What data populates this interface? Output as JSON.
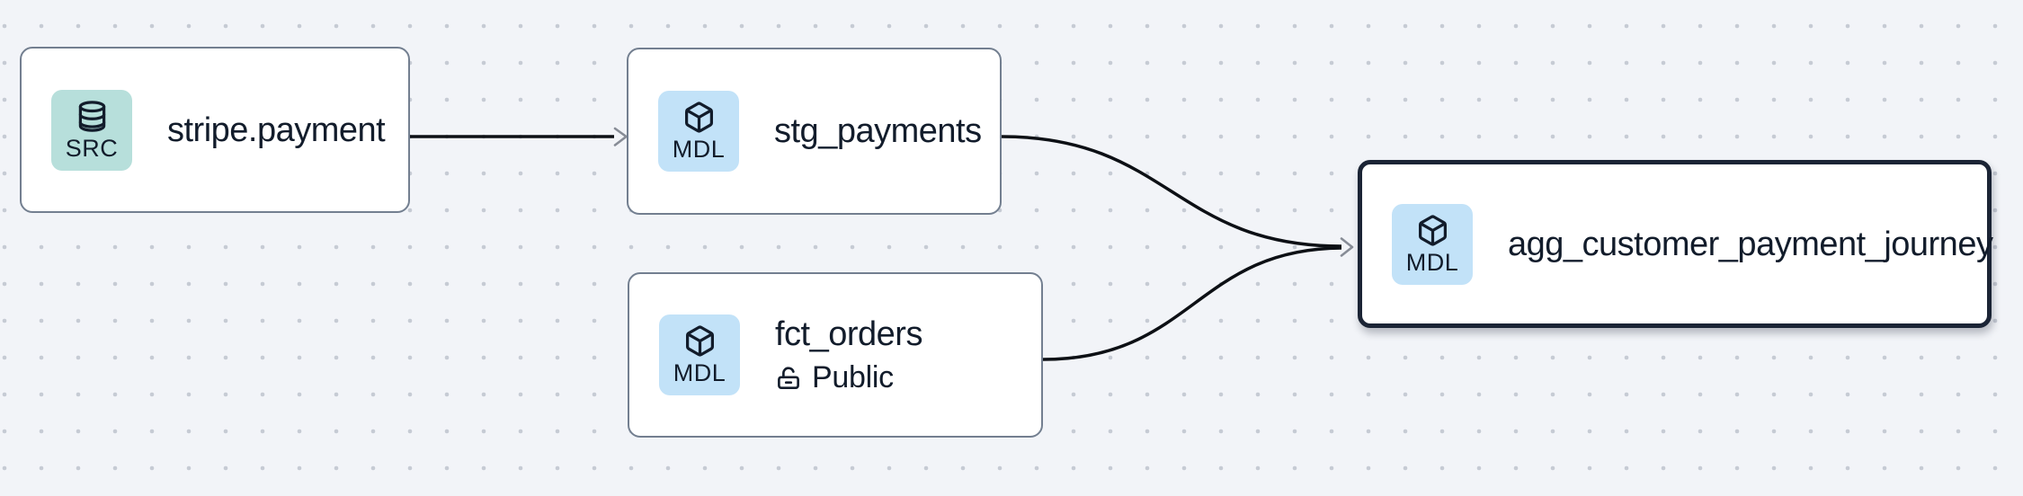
{
  "app": {
    "view": "lineage-graph"
  },
  "canvas": {
    "background": "#f2f4f8",
    "dot_color": "#c6cbd4"
  },
  "colors": {
    "node_background": "#ffffff",
    "node_border": "#737f90",
    "selected_node_border": "#1b2435",
    "title_text": "#121c2b",
    "badge_src_background": "#b7dfdb",
    "badge_mdl_background": "#c2e2f8",
    "edge_stroke": "#0d1015",
    "arrowhead": "#878c96"
  },
  "nodes": [
    {
      "id": "stripe.payment",
      "title": "stripe.payment",
      "badge_label": "SRC",
      "icon": "database-icon",
      "selected": false
    },
    {
      "id": "stg_payments",
      "title": "stg_payments",
      "badge_label": "MDL",
      "icon": "cube-icon",
      "selected": false
    },
    {
      "id": "fct_orders",
      "title": "fct_orders",
      "badge_label": "MDL",
      "icon": "cube-icon",
      "access": "Public",
      "access_icon": "lock-open-icon",
      "selected": false
    },
    {
      "id": "agg_customer_payment_journey",
      "title": "agg_customer_payment_journey",
      "badge_label": "MDL",
      "icon": "cube-icon",
      "selected": true
    }
  ],
  "edges": [
    {
      "from": "stripe.payment",
      "to": "stg_payments"
    },
    {
      "from": "stg_payments",
      "to": "agg_customer_payment_journey"
    },
    {
      "from": "fct_orders",
      "to": "agg_customer_payment_journey"
    }
  ]
}
